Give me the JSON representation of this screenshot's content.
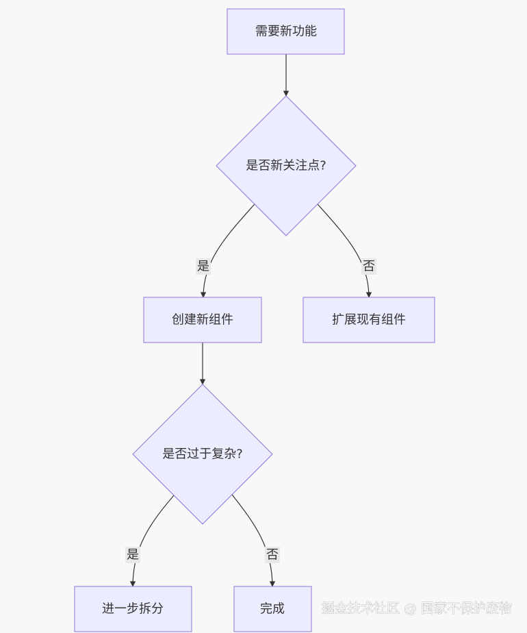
{
  "nodes": {
    "need_feature": "需要新功能",
    "new_concern": "是否新关注点?",
    "create_component": "创建新组件",
    "extend_component": "扩展现有组件",
    "too_complex": "是否过于复杂?",
    "split_further": "进一步拆分",
    "done": "完成"
  },
  "edges": {
    "concern_yes": "是",
    "concern_no": "否",
    "complex_yes": "是",
    "complex_no": "否"
  },
  "watermark": "掘金技术社区 @ 国家不保护废物",
  "colors": {
    "node_fill": "#ececff",
    "node_stroke": "#9370db",
    "edge_stroke": "#333333",
    "edge_label_bg": "#e8e8e8",
    "background": "#f8f8f8"
  }
}
